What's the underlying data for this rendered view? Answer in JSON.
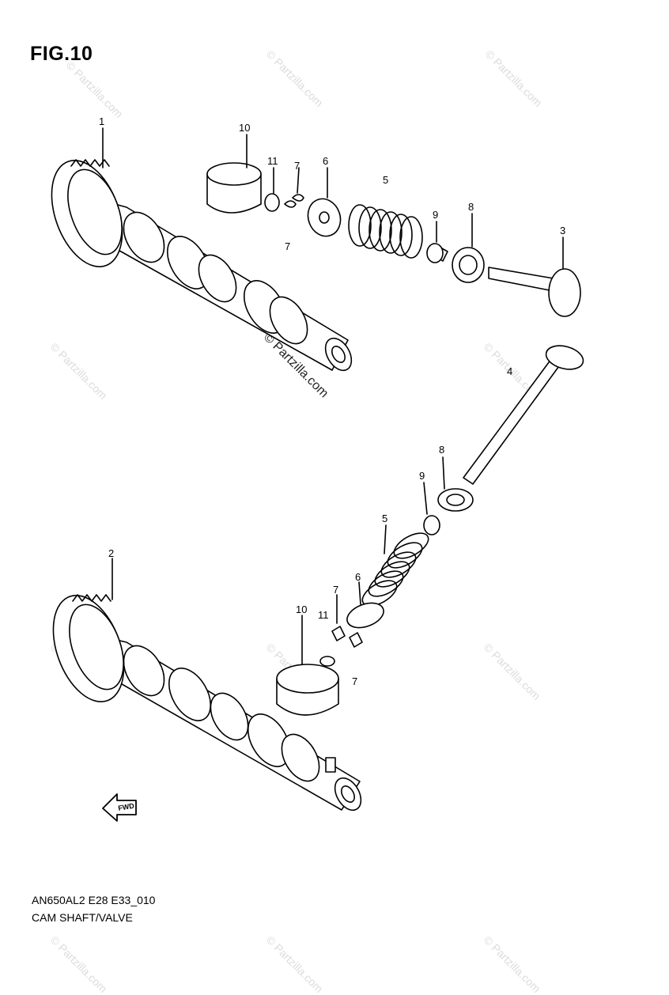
{
  "figure": {
    "title": "FIG.10",
    "code": "AN650AL2 E28 E33_010",
    "name": "CAM SHAFT/VALVE"
  },
  "watermark": {
    "text": "© Partzilla.com"
  },
  "callouts": {
    "c1_top": "1",
    "c10_top": "10",
    "c11_top": "11",
    "c7_top": "7",
    "c6_top": "6",
    "c5_top": "5",
    "c9_top": "9",
    "c8_top": "8",
    "c3_top": "3",
    "c7_mid": "7",
    "c4": "4",
    "c8_low": "8",
    "c9_low": "9",
    "c5_low": "5",
    "c2": "2",
    "c7_low": "7",
    "c6_low": "6",
    "c10_low": "10",
    "c11_low": "11",
    "c7_bot": "7"
  },
  "fwd_arrow": {
    "label": "FWD"
  }
}
